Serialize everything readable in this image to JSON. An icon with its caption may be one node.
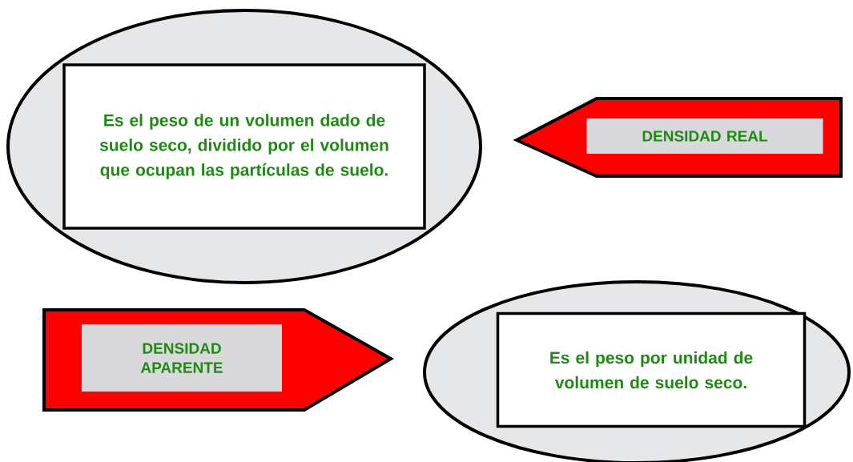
{
  "diagram": {
    "nodes": [
      {
        "text": [],
        "shape": "ellipse"
      },
      {
        "text": [
          "Es el peso de un volumen dado de suelo seco, dividido por el volumen que ocupan las partículas de suelo."
        ],
        "in": 0
      },
      {
        "text": [
          "DENSIDAD REAL"
        ]
      },
      {
        "text": [
          "DENSIDAD APARENTE"
        ]
      },
      {
        "text": [],
        "shape": "ellipse"
      },
      {
        "text": [
          "Es el peso por unidad de volumen de suelo seco."
        ],
        "in": 4
      }
    ]
  }
}
